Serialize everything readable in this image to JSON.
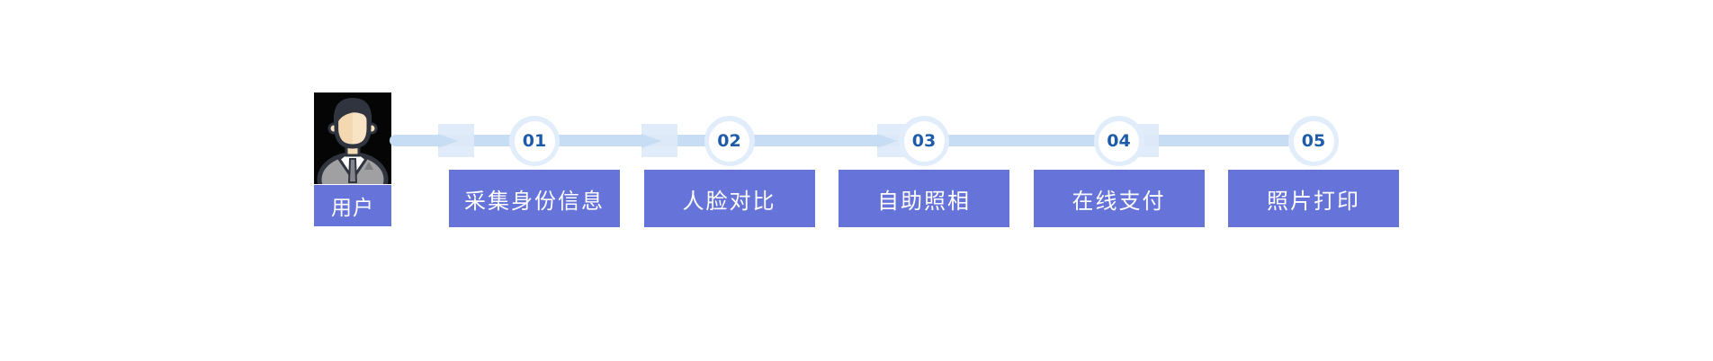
{
  "diagram": {
    "actor": {
      "icon": "businessman-avatar",
      "label": "用户"
    },
    "steps": [
      {
        "num": "01",
        "label": "采集身份信息"
      },
      {
        "num": "02",
        "label": "人脸对比"
      },
      {
        "num": "03",
        "label": "自助照相"
      },
      {
        "num": "04",
        "label": "在线支付"
      },
      {
        "num": "05",
        "label": "照片打印"
      }
    ],
    "colors": {
      "box_bg": "#6673d9",
      "box_text": "#ffffff",
      "line": "#c7ddf4",
      "arrow_marker": "#dfebfa",
      "circle_ring": "#e2edfb",
      "circle_fill": "#ffffff",
      "circle_number": "#1e5ca9",
      "avatar_bg": "#050505",
      "page_bg": "#ffffff"
    }
  }
}
